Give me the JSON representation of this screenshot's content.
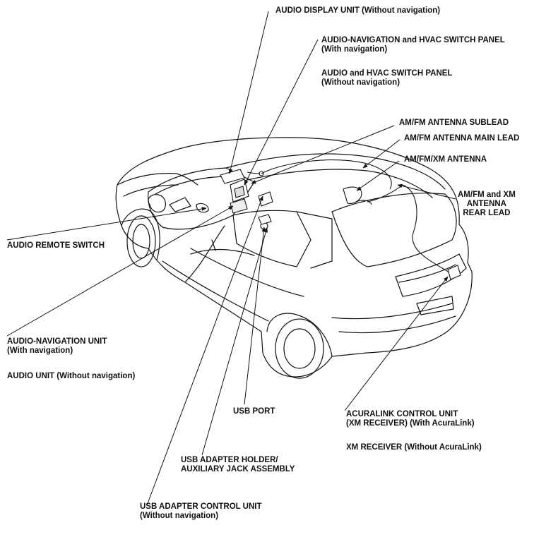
{
  "labels": {
    "audio_display_unit": {
      "line1": "AUDIO DISPLAY UNIT (Without navigation)"
    },
    "audio_nav_hvac_panel": {
      "line1": "AUDIO-NAVIGATION and HVAC SWITCH PANEL",
      "line2": "(With navigation)"
    },
    "audio_hvac_panel": {
      "line1": "AUDIO and HVAC SWITCH PANEL",
      "line2": "(Without navigation)"
    },
    "antenna_sublead": {
      "line1": "AM/FM ANTENNA SUBLEAD"
    },
    "antenna_main_lead": {
      "line1": "AM/FM ANTENNA MAIN LEAD"
    },
    "xm_antenna": {
      "line1": "AM/FM/XM ANTENNA"
    },
    "antenna_rear_lead": {
      "line1": "AM/FM and XM",
      "line2": "ANTENNA",
      "line3": "REAR LEAD"
    },
    "audio_remote_switch": {
      "line1": "AUDIO REMOTE SWITCH"
    },
    "audio_nav_unit": {
      "line1": "AUDIO-NAVIGATION UNIT",
      "line2": "(With navigation)"
    },
    "audio_unit": {
      "line1": "AUDIO UNIT (Without navigation)"
    },
    "usb_port": {
      "line1": "USB PORT"
    },
    "acuralink_unit": {
      "line1": "ACURALINK CONTROL UNIT",
      "line2": "(XM RECEIVER) (With AcuraLink)"
    },
    "xm_receiver": {
      "line1": "XM RECEIVER (Without AcuraLink)"
    },
    "usb_holder": {
      "line1": "USB ADAPTER HOLDER/",
      "line2": "AUXILIARY JACK ASSEMBLY"
    },
    "usb_control_unit": {
      "line1": "USB ADAPTER CONTROL UNIT",
      "line2": "(Without navigation)"
    }
  },
  "colors": {
    "ink": "#111111",
    "paper": "#ffffff"
  }
}
